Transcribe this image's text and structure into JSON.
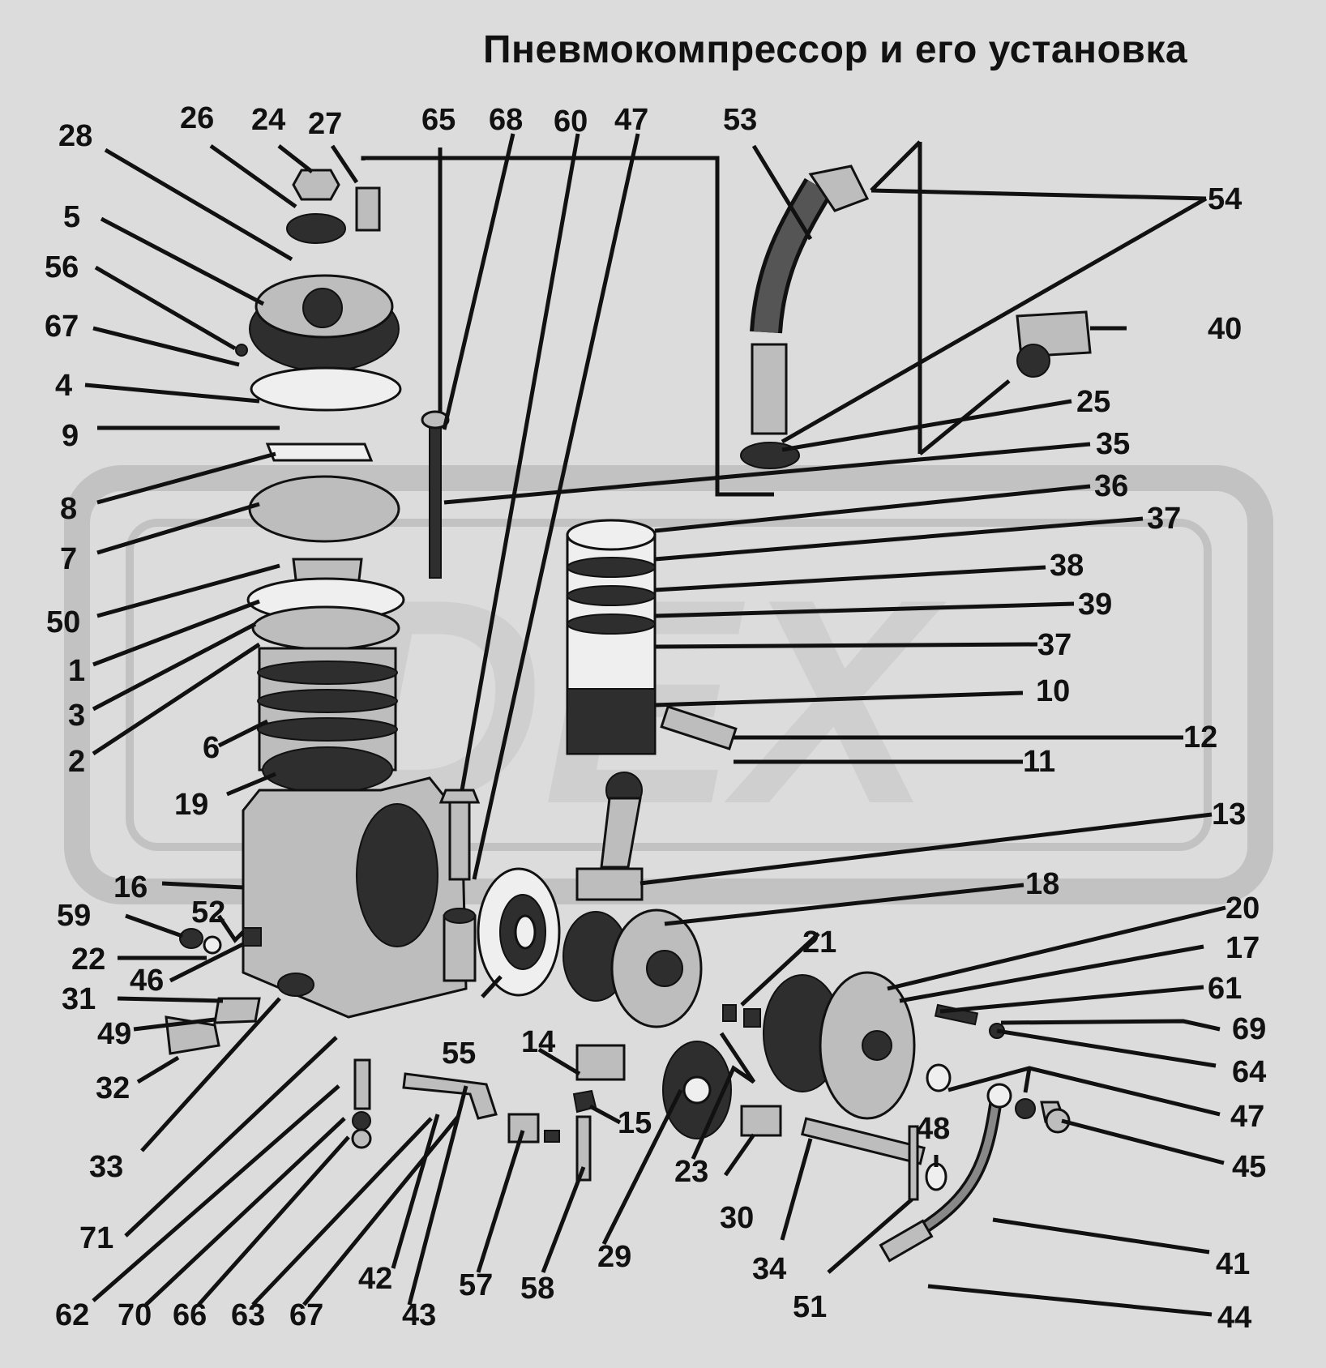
{
  "title": "Пневмокомпрессор и его установка",
  "watermark": "DEX",
  "colors": {
    "background": "#dcdcdc",
    "ink": "#111111",
    "watermark": "#c2c2c2"
  },
  "labels": [
    {
      "id": "L28",
      "text": "28"
    },
    {
      "id": "L26",
      "text": "26"
    },
    {
      "id": "L24",
      "text": "24"
    },
    {
      "id": "L27",
      "text": "27"
    },
    {
      "id": "L65",
      "text": "65"
    },
    {
      "id": "L68",
      "text": "68"
    },
    {
      "id": "L60",
      "text": "60"
    },
    {
      "id": "L47a",
      "text": "47"
    },
    {
      "id": "L53",
      "text": "53"
    },
    {
      "id": "L54",
      "text": "54"
    },
    {
      "id": "L5",
      "text": "5"
    },
    {
      "id": "L56",
      "text": "56"
    },
    {
      "id": "L67a",
      "text": "67"
    },
    {
      "id": "L4",
      "text": "4"
    },
    {
      "id": "L9",
      "text": "9"
    },
    {
      "id": "L8",
      "text": "8"
    },
    {
      "id": "L7",
      "text": "7"
    },
    {
      "id": "L50",
      "text": "50"
    },
    {
      "id": "L1",
      "text": "1"
    },
    {
      "id": "L3",
      "text": "3"
    },
    {
      "id": "L2",
      "text": "2"
    },
    {
      "id": "L6",
      "text": "6"
    },
    {
      "id": "L19",
      "text": "19"
    },
    {
      "id": "L16",
      "text": "16"
    },
    {
      "id": "L59",
      "text": "59"
    },
    {
      "id": "L52",
      "text": "52"
    },
    {
      "id": "L22",
      "text": "22"
    },
    {
      "id": "L46",
      "text": "46"
    },
    {
      "id": "L31",
      "text": "31"
    },
    {
      "id": "L49",
      "text": "49"
    },
    {
      "id": "L32",
      "text": "32"
    },
    {
      "id": "L33",
      "text": "33"
    },
    {
      "id": "L71",
      "text": "71"
    },
    {
      "id": "L62",
      "text": "62"
    },
    {
      "id": "L70",
      "text": "70"
    },
    {
      "id": "L66",
      "text": "66"
    },
    {
      "id": "L63",
      "text": "63"
    },
    {
      "id": "L67b",
      "text": "67"
    },
    {
      "id": "L42",
      "text": "42"
    },
    {
      "id": "L43",
      "text": "43"
    },
    {
      "id": "L57",
      "text": "57"
    },
    {
      "id": "L58",
      "text": "58"
    },
    {
      "id": "L29",
      "text": "29"
    },
    {
      "id": "L55",
      "text": "55"
    },
    {
      "id": "L14",
      "text": "14"
    },
    {
      "id": "L15",
      "text": "15"
    },
    {
      "id": "L23",
      "text": "23"
    },
    {
      "id": "L30",
      "text": "30"
    },
    {
      "id": "L34",
      "text": "34"
    },
    {
      "id": "L51",
      "text": "51"
    },
    {
      "id": "L48",
      "text": "48"
    },
    {
      "id": "L21",
      "text": "21"
    },
    {
      "id": "L40",
      "text": "40"
    },
    {
      "id": "L25",
      "text": "25"
    },
    {
      "id": "L35",
      "text": "35"
    },
    {
      "id": "L36",
      "text": "36"
    },
    {
      "id": "L37a",
      "text": "37"
    },
    {
      "id": "L38",
      "text": "38"
    },
    {
      "id": "L39",
      "text": "39"
    },
    {
      "id": "L37b",
      "text": "37"
    },
    {
      "id": "L10",
      "text": "10"
    },
    {
      "id": "L12",
      "text": "12"
    },
    {
      "id": "L11",
      "text": "11"
    },
    {
      "id": "L13",
      "text": "13"
    },
    {
      "id": "L18",
      "text": "18"
    },
    {
      "id": "L20",
      "text": "20"
    },
    {
      "id": "L17",
      "text": "17"
    },
    {
      "id": "L61",
      "text": "61"
    },
    {
      "id": "L69",
      "text": "69"
    },
    {
      "id": "L64",
      "text": "64"
    },
    {
      "id": "L47b",
      "text": "47"
    },
    {
      "id": "L45",
      "text": "45"
    },
    {
      "id": "L41",
      "text": "41"
    },
    {
      "id": "L44",
      "text": "44"
    }
  ]
}
